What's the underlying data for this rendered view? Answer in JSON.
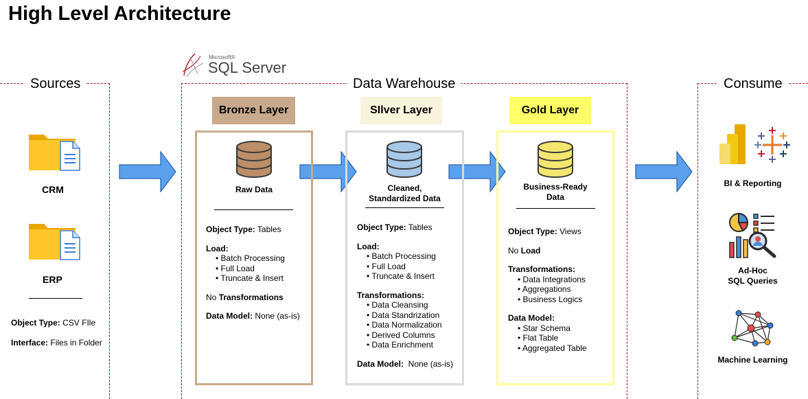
{
  "title": "High Level Architecture",
  "sql_logo": {
    "vendor": "Microsoft®",
    "product": "SQL Server"
  },
  "sources": {
    "label": "Sources",
    "items": [
      {
        "name": "CRM",
        "icon": "folder-document-icon"
      },
      {
        "name": "ERP",
        "icon": "folder-document-icon"
      }
    ],
    "object_type_label": "Object Type:",
    "object_type_value": " CSV FIle",
    "interface_label": "Interface:",
    "interface_value": " Files in Folder"
  },
  "warehouse": {
    "label": "Data Warehouse",
    "bronze": {
      "header": "Bronze Layer",
      "data_label": "Raw Data",
      "object_type_label": "Object Type:",
      "object_type_value": " Tables",
      "load_label": "Load:",
      "load_items": [
        "Batch Processing",
        "Full Load",
        "Truncate & Insert"
      ],
      "transform_prefix": "No ",
      "transform_label": "Transformations",
      "model_label": "Data Model:",
      "model_value": " None (as-is)",
      "colors": {
        "header": "#c8a98b",
        "border": "#c8aa8a",
        "db": "#bc8f68"
      }
    },
    "silver": {
      "header": "SIlver Layer",
      "data_label_1": "Cleaned,",
      "data_label_2": "Standardized Data",
      "object_type_label": "Object Type:",
      "object_type_value": " Tables",
      "load_label": "Load:",
      "load_items": [
        "Batch Processing",
        "Full Load",
        "Truncate & Insert"
      ],
      "transform_label": "Transformations:",
      "transform_items": [
        "Data Cleansing",
        "Data Standrization",
        "Data Normalization",
        "Derived Columns",
        "Data Enrichment"
      ],
      "model_label": "Data Model:",
      "model_value": "  None (as-is)",
      "colors": {
        "header": "#f7f3dc",
        "border": "#dadada",
        "db": "#a8c8e8"
      }
    },
    "gold": {
      "header": "Gold Layer",
      "data_label_1": "Business-Ready",
      "data_label_2": "Data",
      "object_type_label": "Object Type:",
      "object_type_value": " Views",
      "load_prefix": "No ",
      "load_label": "Load",
      "transform_label": "Transformations:",
      "transform_items": [
        "Data Integrations",
        "Aggregations",
        "Business Logics"
      ],
      "model_label": "Data Model:",
      "model_items": [
        "Star Schema",
        "Flat Table",
        "Aggregated Table"
      ],
      "colors": {
        "header": "#ffff66",
        "border": "#ffff99",
        "db": "#f5e670"
      }
    }
  },
  "consume": {
    "label": "Consume",
    "items": [
      {
        "line1": "BI & Reporting",
        "line2": "",
        "icon": "powerbi-tableau-icon"
      },
      {
        "line1": "Ad-Hoc",
        "line2": "SQL Queries",
        "icon": "analytics-search-icon"
      },
      {
        "line1": "Machine Learning",
        "line2": "",
        "icon": "network-graph-icon"
      }
    ]
  },
  "colors": {
    "arrow": "#5aa0ec",
    "dash": "#a01818"
  }
}
